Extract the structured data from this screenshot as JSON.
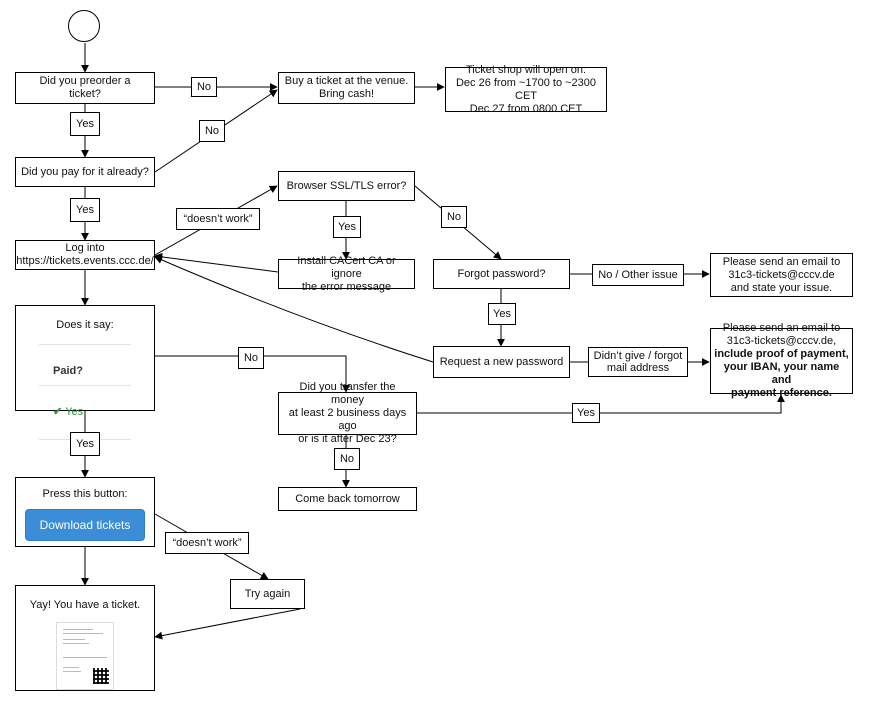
{
  "nodes": {
    "preorder": "Did you preorder a\nticket?",
    "buy_venue": "Buy a ticket at the venue.\nBring cash!",
    "ticket_shop": "Ticket shop will open on:\nDec 26 from ~1700 to ~2300 CET\nDec 27 from 0800 CET",
    "paid_already": "Did you pay for it already?",
    "login": "Log into\nhttps://tickets.events.ccc.de/",
    "ssl_error": "Browser SSL/TLS error?",
    "install_ca": "Install CACert CA or ignore\nthe error message",
    "forgot_password": "Forgot password?",
    "email_issue": "Please send an email to\n31c3-tickets@cccv.de\nand state your issue.",
    "request_password": "Request a new password",
    "email_proof_line1": "Please send an email to",
    "email_proof_line2": "31c3-tickets@cccv.de,",
    "email_proof_bold": "include proof of payment,\nyour IBAN, your name and\npayment reference.",
    "does_it_say": "Does it say:",
    "paid_header": "Paid?",
    "paid_value": "Yes",
    "transfer": "Did you transfer the money\nat least 2 business days ago\nor is it after Dec 23?",
    "come_back": "Come back tomorrow",
    "press_button": "Press this button:",
    "download_button": "Download tickets",
    "try_again": "Try again",
    "have_ticket": "Yay! You have a ticket."
  },
  "edge_labels": {
    "no_preorder": "No",
    "yes_preorder": "Yes",
    "no_paid": "No",
    "yes_paid": "Yes",
    "doesnt_work_login": "“doesn’t work”",
    "yes_ssl": "Yes",
    "no_ssl": "No",
    "no_other_issue": "No / Other issue",
    "yes_forgot": "Yes",
    "didnt_give": "Didn’t give / forgot\nmail address",
    "no_paid_status": "No",
    "yes_transfer": "Yes",
    "no_transfer": "No",
    "yes_paid_status": "Yes",
    "doesnt_work_download": "“doesn’t work”"
  }
}
